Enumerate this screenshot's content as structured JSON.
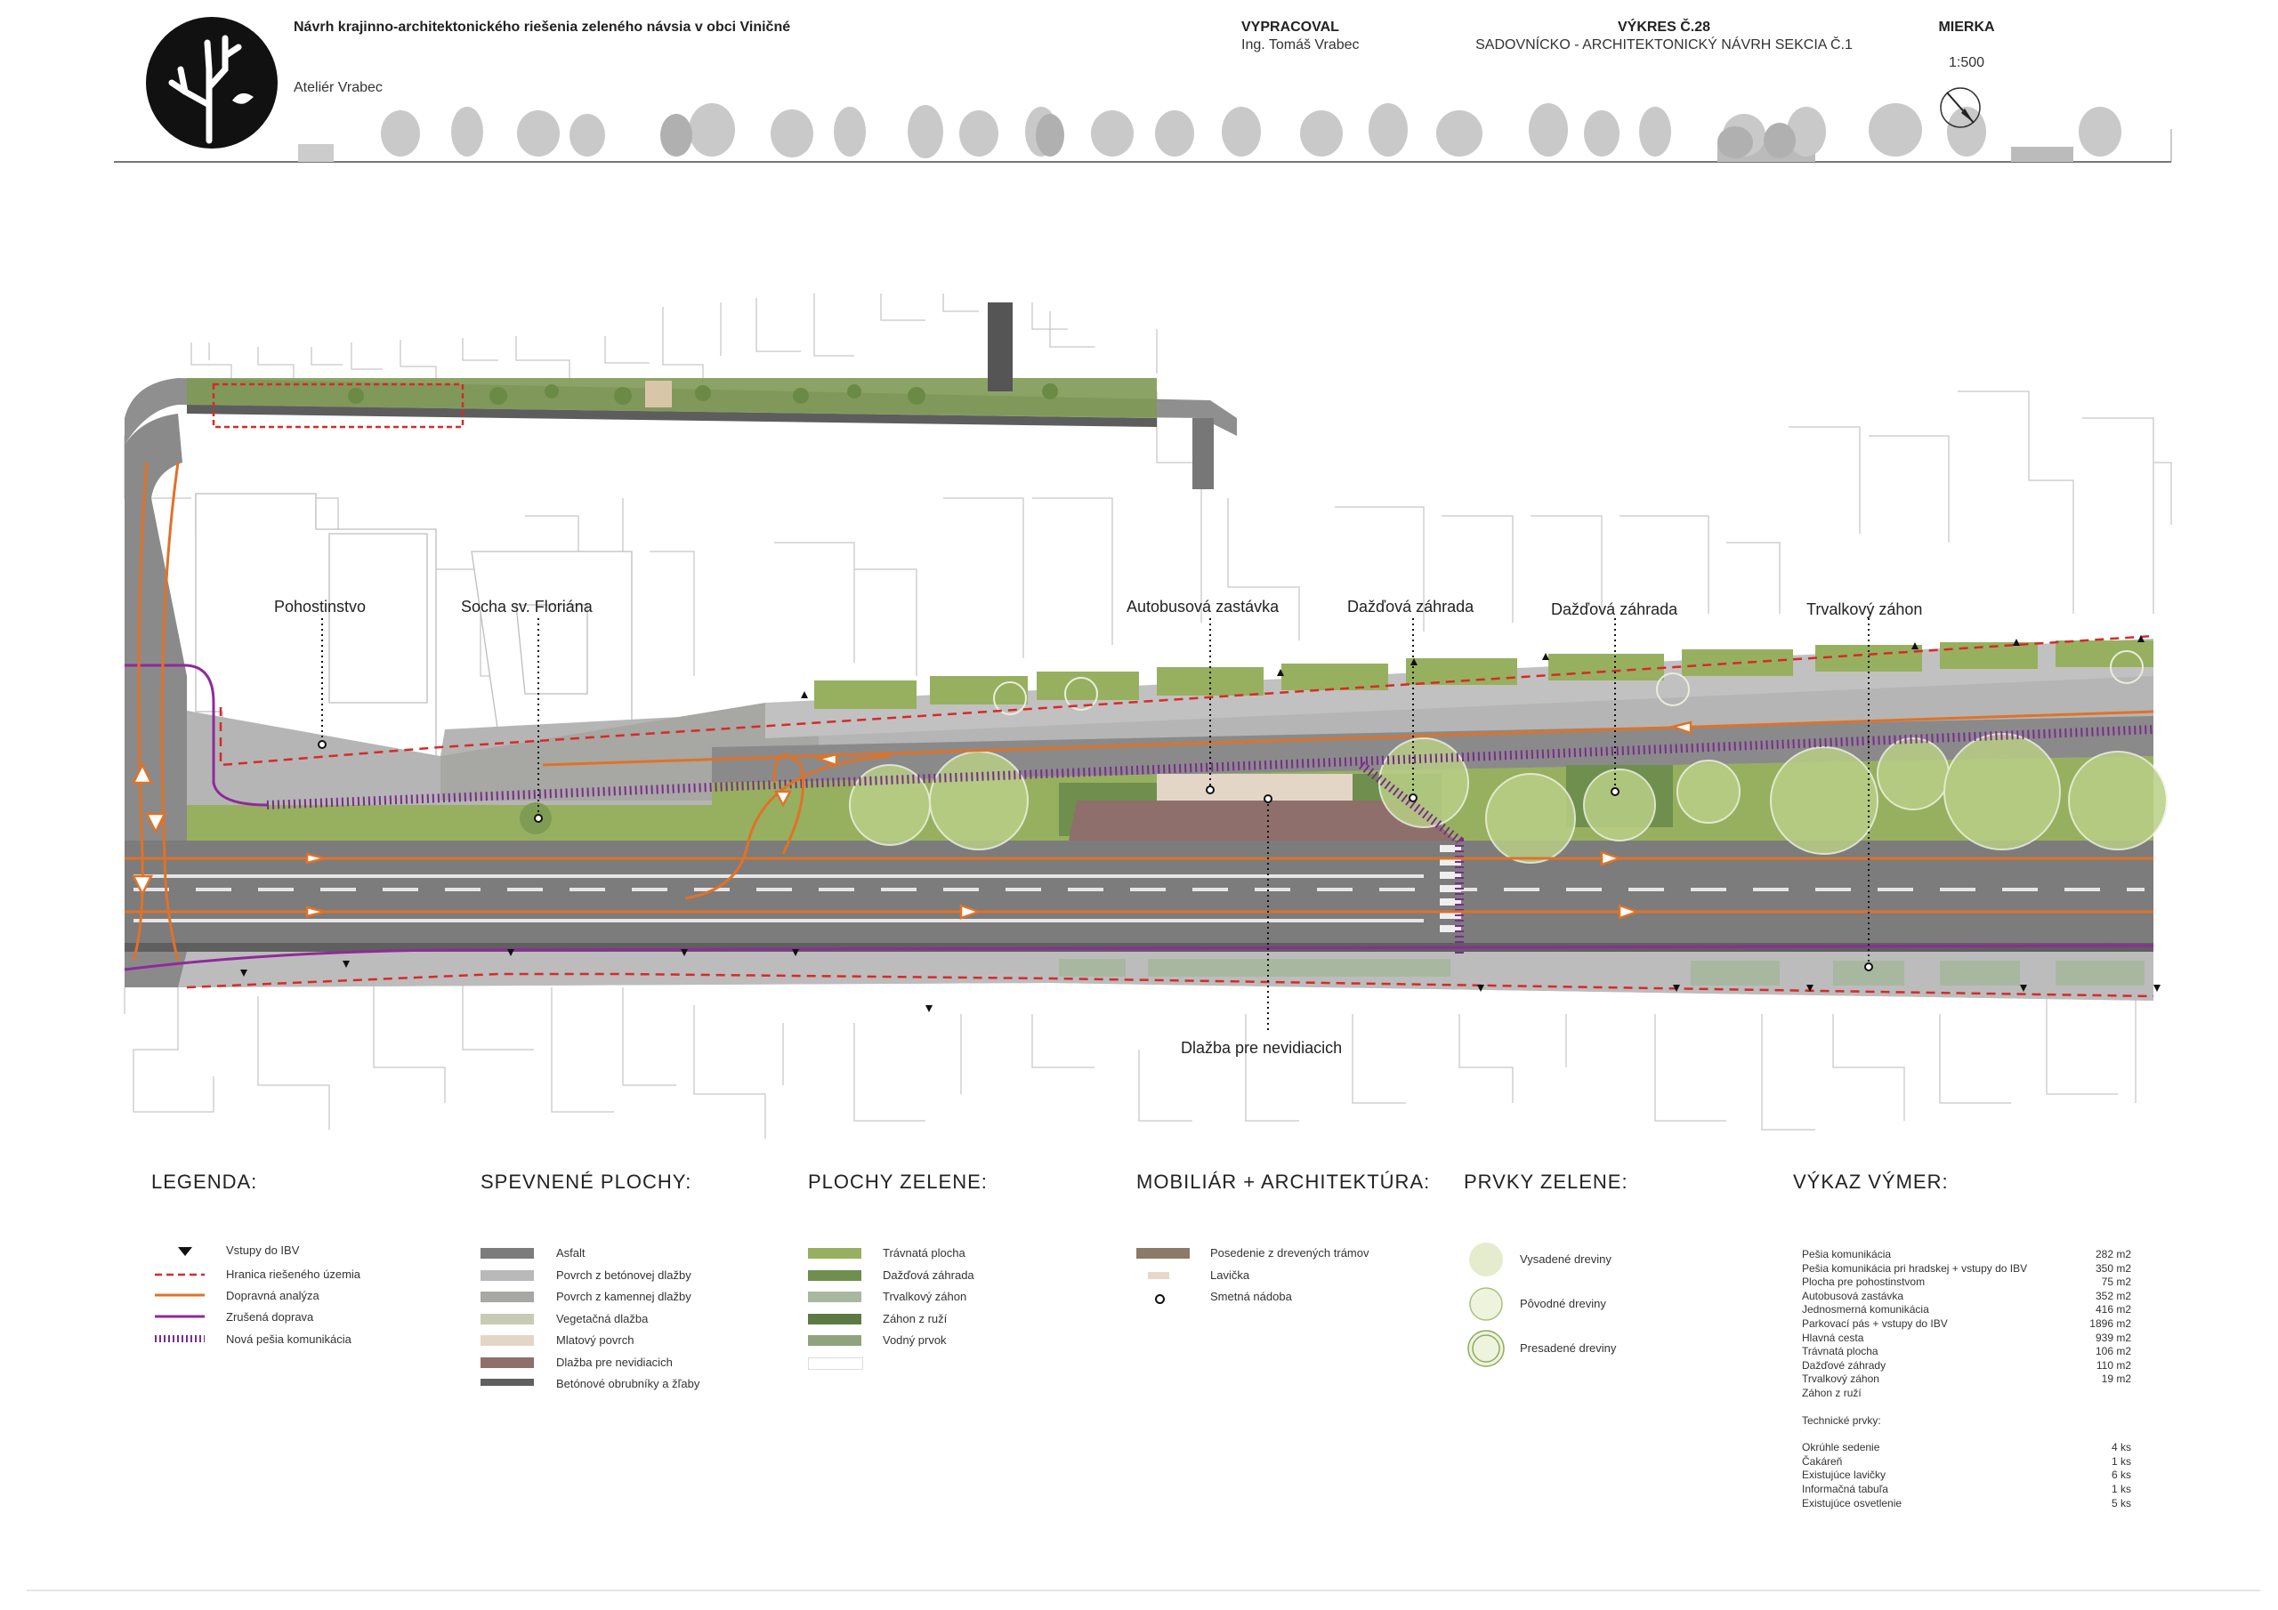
{
  "header": {
    "project_title": "Návrh krajinno-architektonického riešenia zeleného návsia v obci Viničné",
    "studio": "Ateliér Vrabec",
    "prepared_label": "VYPRACOVAL",
    "prepared_by": "Ing. Tomáš Vrabec",
    "drawing_label": "VÝKRES Č.28",
    "drawing_name": "SADOVNÍCKO - ARCHITEKTONICKÝ NÁVRH SEKCIA Č.1",
    "scale_label": "MIERKA",
    "scale_value": "1:500"
  },
  "plan_labels": {
    "pohostinstvo": "Pohostinstvo",
    "socha": "Socha sv. Floriána",
    "zastavka": "Autobusová zastávka",
    "dazd1": "Dažďová záhrada",
    "dazd2": "Dažďová záhrada",
    "trvalkovy": "Trvalkový záhon",
    "dlazba": "Dlažba pre nevidiacich"
  },
  "legend": {
    "title": "LEGENDA:",
    "items": [
      {
        "label": "Vstupy do IBV"
      },
      {
        "label": "Hranica riešeného územia"
      },
      {
        "label": "Dopravná analýza"
      },
      {
        "label": "Zrušená doprava"
      },
      {
        "label": "Nová pešia komunikácia"
      }
    ]
  },
  "spevnene": {
    "title": "SPEVNENÉ PLOCHY:",
    "items": [
      {
        "label": "Asfalt",
        "color": "#7c7c7c"
      },
      {
        "label": "Povrch z betónovej dlažby",
        "color": "#b9b9b9"
      },
      {
        "label": "Povrch z kamennej dlažby",
        "color": "#a7a7a3"
      },
      {
        "label": "Vegetačná dlažba",
        "color": "#c7cbb6"
      },
      {
        "label": "Mlatový povrch",
        "color": "#e3d6c6"
      },
      {
        "label": "Dlažba pre nevidiacich",
        "color": "#8e6f6b"
      },
      {
        "label": "Betónové obrubníky a žľaby",
        "color": "#5f5f5f"
      }
    ]
  },
  "zelen": {
    "title": "PLOCHY ZELENE:",
    "items": [
      {
        "label": "Trávnatá plocha",
        "color": "#97b05f"
      },
      {
        "label": "Dažďová záhrada",
        "color": "#6f8f4f"
      },
      {
        "label": "Trvalkový záhon",
        "color": "#a8b8a0"
      },
      {
        "label": "Záhon z ruží",
        "color": "#5d7a45"
      },
      {
        "label": "Vodný prvok",
        "color": "#8fa47e"
      }
    ]
  },
  "mobiliar": {
    "title": "MOBILIÁR + ARCHITEKTÚRA:",
    "items": [
      {
        "label": "Posedenie z drevených trámov",
        "color": "#8c7a69"
      },
      {
        "label": "Lavička",
        "color": "#e8d7c8"
      },
      {
        "label": "Smetná nádoba"
      }
    ]
  },
  "prvky": {
    "title": "PRVKY ZELENE:",
    "items": [
      {
        "label": "Vysadené dreviny"
      },
      {
        "label": "Pôvodné dreviny"
      },
      {
        "label": "Presadené dreviny"
      }
    ]
  },
  "vykaz": {
    "title": "VÝKAZ VÝMER:",
    "rows": [
      {
        "name": "Pešia komunikácia",
        "value": "282 m2"
      },
      {
        "name": "Pešia komunikácia pri hradskej + vstupy do IBV",
        "value": "350 m2"
      },
      {
        "name": "Plocha pre pohostinstvom",
        "value": "75 m2"
      },
      {
        "name": "Autobusová zastávka",
        "value": "352 m2"
      },
      {
        "name": "Jednosmerná komunikácia",
        "value": "416 m2"
      },
      {
        "name": "Parkovací pás + vstupy do IBV",
        "value": "1896 m2"
      },
      {
        "name": "Hlavná cesta",
        "value": "939 m2"
      },
      {
        "name": "Trávnatá plocha",
        "value": "106 m2"
      },
      {
        "name": "Dažďové záhrady",
        "value": "110 m2"
      },
      {
        "name": "Trvalkový záhon",
        "value": "19 m2"
      },
      {
        "name": "Záhon z ruží",
        "value": ""
      }
    ],
    "tech_title": "Technické prvky:",
    "tech_rows": [
      {
        "name": "Okrúhle sedenie",
        "value": "4 ks"
      },
      {
        "name": "Čakáreň",
        "value": "1 ks"
      },
      {
        "name": "Existujúce lavičky",
        "value": "6 ks"
      },
      {
        "name": "Informačná tabuľa",
        "value": "1 ks"
      },
      {
        "name": "Existujúce osvetlenie",
        "value": "5 ks"
      }
    ]
  },
  "colors": {
    "boundary": "#d62a2a",
    "traffic": "#e07228",
    "cancelled": "#8e2b9a",
    "pedestrian": "#7b2c8e",
    "grass": "#97b05f",
    "asphalt": "#8a8a8a"
  }
}
